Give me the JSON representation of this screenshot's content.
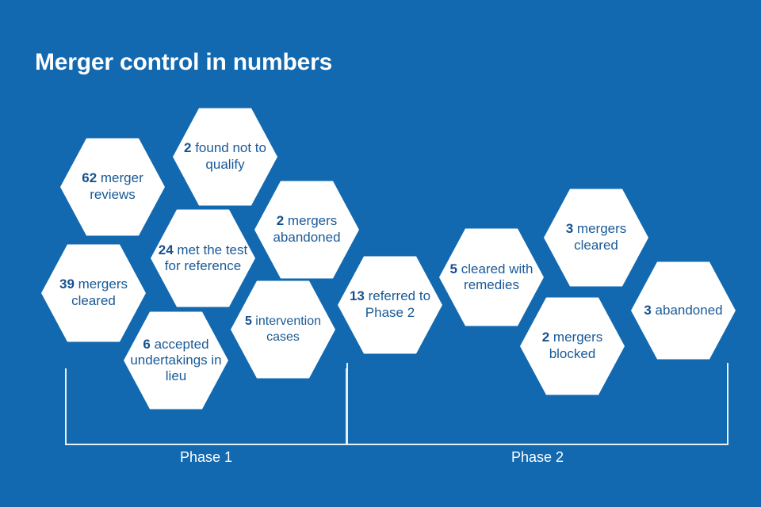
{
  "title": "Merger control in numbers",
  "colors": {
    "background": "#1269b0",
    "cell_fill": "#ffffff",
    "cell_text": "#1a5a97",
    "title_text": "#ffffff",
    "bracket_line": "#e8f0f8"
  },
  "chart_data": {
    "type": "diagram",
    "title": "Merger control in numbers",
    "diagram_style": "honeycomb-hexagon-flow",
    "groups": [
      {
        "name": "Phase 1",
        "label": "Phase 1",
        "cells": [
          {
            "number": "62",
            "text": "merger reviews",
            "full": "62 merger reviews"
          },
          {
            "number": "2",
            "text": "found not to qualify",
            "full": "2 found not to qualify"
          },
          {
            "number": "24",
            "text": "met the test for reference",
            "full": "24 met the test for reference"
          },
          {
            "number": "2",
            "text": "mergers abandoned",
            "full": "2 mergers abandoned"
          },
          {
            "number": "39",
            "text": "mergers cleared",
            "full": "39 mergers cleared"
          },
          {
            "number": "6",
            "text": "accepted undertakings in lieu",
            "full": "6 accepted undertakings in lieu"
          },
          {
            "number": "5",
            "text": "intervention cases",
            "full": "5 intervention cases"
          },
          {
            "number": "13",
            "text": "referred to Phase 2",
            "full": "13 referred to Phase 2"
          }
        ]
      },
      {
        "name": "Phase 2",
        "label": "Phase 2",
        "cells": [
          {
            "number": "5",
            "text": "cleared with remedies",
            "full": "5 cleared with remedies"
          },
          {
            "number": "3",
            "text": "mergers cleared",
            "full": "3 mergers cleared"
          },
          {
            "number": "2",
            "text": "mergers blocked",
            "full": "2 mergers blocked"
          },
          {
            "number": "3",
            "text": "abandoned",
            "full": "3 abandoned"
          }
        ]
      }
    ]
  },
  "cells": {
    "merger_reviews": {
      "number": "62",
      "rest": " merger reviews"
    },
    "found_not_qualify": {
      "number": "2",
      "rest": " found not to qualify"
    },
    "met_test": {
      "number": "24",
      "rest": " met the test for reference"
    },
    "mergers_abandoned_p1": {
      "number": "2",
      "rest": " mergers abandoned"
    },
    "mergers_cleared_p1": {
      "number": "39",
      "rest": " mergers cleared"
    },
    "accepted_undertakings": {
      "number": "6",
      "rest": " accepted undertakings in lieu"
    },
    "intervention_cases": {
      "number": "5",
      "rest": " intervention cases"
    },
    "referred_phase2": {
      "number": "13",
      "rest": " referred to Phase 2"
    },
    "cleared_remedies": {
      "number": "5",
      "rest": " cleared with remedies"
    },
    "mergers_cleared_p2": {
      "number": "3",
      "rest": " mergers cleared"
    },
    "mergers_blocked": {
      "number": "2",
      "rest": " mergers blocked"
    },
    "abandoned_p2": {
      "number": "3",
      "rest": " abandoned"
    }
  },
  "brackets": {
    "phase1_label": "Phase 1",
    "phase2_label": "Phase 2"
  }
}
